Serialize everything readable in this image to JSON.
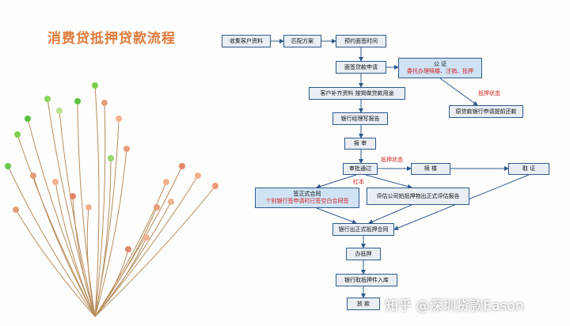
{
  "title": "消费贷抵押贷款流程",
  "watermark": "知乎 @深圳贷款Eason",
  "nodes": {
    "collect": "收集客户资料",
    "match": "匹配方案",
    "appoint": "预约面签时间",
    "interview": "面签贷款申请",
    "notary_title": "公    证",
    "notary_note": "委托办理赎楼、注销、抵押",
    "supplement": "客户补齐资料    按揭做贷款用途",
    "mortgage_state_1": "抵押状态",
    "early_repay": "原贷款银行申请提前还款",
    "report_write": "银行经理写报告",
    "report": "报    审",
    "approved": "审批通过",
    "mortgage_state_2": "抵押状态",
    "redeem": "赎    楼",
    "take_cert": "取    证",
    "red_note": "红本",
    "sign_title": "签正式合同",
    "sign_note": "个别银行签申请时已签空白合同签",
    "appraisal": "评估公司拍抵押物出正式评估报告",
    "contract": "银行出正式抵押合同",
    "do_mortgage": "办抵押",
    "store": "银行取抵押件入库",
    "release": "放    款"
  }
}
